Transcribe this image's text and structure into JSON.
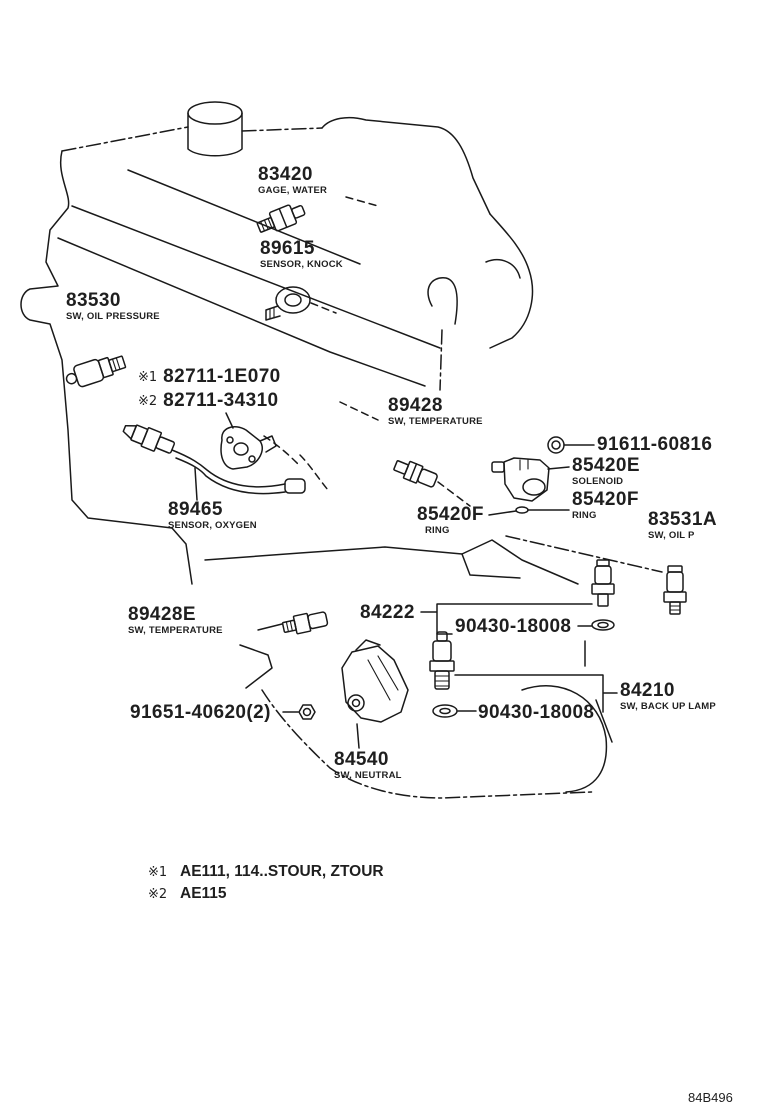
{
  "parts": [
    {
      "number": "83420",
      "name": "GAGE, WATER"
    },
    {
      "number": "89615",
      "name": "SENSOR, KNOCK"
    },
    {
      "number": "83530",
      "name": "SW, OIL PRESSURE"
    },
    {
      "mark": "※1",
      "number": "82711-1E070"
    },
    {
      "mark": "※2",
      "number": "82711-34310"
    },
    {
      "number": "89428",
      "name": "SW, TEMPERATURE"
    },
    {
      "number": "91611-60816"
    },
    {
      "number": "85420E",
      "name": "SOLENOID"
    },
    {
      "number": "85420F",
      "name": "RING"
    },
    {
      "number": "85420F",
      "name": "RING"
    },
    {
      "number": "83531A",
      "name": "SW, OIL P"
    },
    {
      "number": "89465",
      "name": "SENSOR, OXYGEN"
    },
    {
      "number": "89428E",
      "name": "SW, TEMPERATURE"
    },
    {
      "number": "84222"
    },
    {
      "number": "90430-18008"
    },
    {
      "number": "84210",
      "name": "SW, BACK UP LAMP"
    },
    {
      "number": "91651-40620(2)"
    },
    {
      "number": "90430-18008"
    },
    {
      "number": "84540",
      "name": "SW, NEUTRAL"
    }
  ],
  "footnotes": [
    {
      "mark": "※1",
      "text": "AE111, 114..STOUR, ZTOUR"
    },
    {
      "mark": "※2",
      "text": "AE115"
    }
  ],
  "drawing_code": "84B496",
  "colors": {
    "ink": "#1a1a1a",
    "paper": "#ffffff"
  }
}
